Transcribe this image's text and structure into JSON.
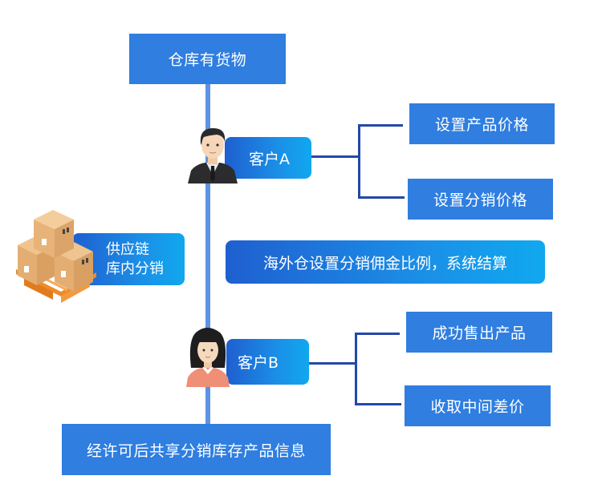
{
  "diagram": {
    "top_node": "仓库有货物",
    "customer_a": {
      "label": "客户A",
      "avatar": "businessman-avatar",
      "actions": [
        "设置产品价格",
        "设置分销价格"
      ]
    },
    "supply_chain": {
      "line1": "供应链",
      "line2": "库内分销",
      "icon": "boxes-on-pallet-icon"
    },
    "commission_note": "海外仓设置分销佣金比例，系统结算",
    "customer_b": {
      "label": "客户B",
      "avatar": "businesswoman-avatar",
      "actions": [
        "成功售出产品",
        "收取中间差价"
      ]
    },
    "bottom_node": "经许可后共享分销库存产品信息"
  },
  "colors": {
    "box_blue": "#2f7ee0",
    "trunk_blue": "#5b93e6",
    "connector_navy": "#2448a8",
    "gradient_start": "#1f5fd0",
    "gradient_end": "#10a8ef",
    "box_orange": "#e3a868",
    "pallet_orange": "#f08a2a"
  }
}
